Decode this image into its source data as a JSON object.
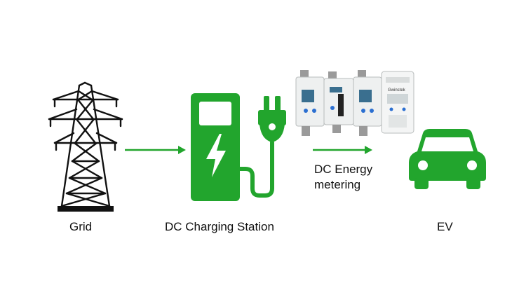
{
  "colors": {
    "accent": "#22a52d",
    "tower": "#111111",
    "meter_body": "#eef0f0",
    "meter_screen": "#3a6f8f"
  },
  "nodes": {
    "grid": {
      "label": "Grid",
      "icon": "power-tower-icon"
    },
    "station": {
      "label": "DC Charging Station",
      "icon": "charging-station-icon"
    },
    "metering": {
      "label_line1": "DC Energy",
      "label_line2": "metering",
      "icon": "energy-meters-icon",
      "meter4_brand": "Gwinstek"
    },
    "ev": {
      "label": "EV",
      "icon": "car-icon"
    }
  },
  "edges": [
    {
      "from": "grid",
      "to": "station"
    },
    {
      "from": "station",
      "to": "metering"
    }
  ]
}
